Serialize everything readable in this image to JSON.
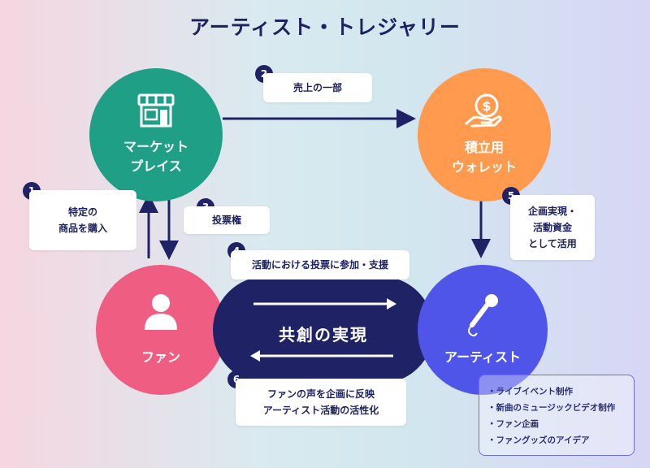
{
  "title": "アーティスト・トレジャリー",
  "nodes": {
    "market": {
      "line1": "マーケット",
      "line2": "プレイス"
    },
    "wallet": {
      "line1": "積立用",
      "line2": "ウォレット"
    },
    "fan": {
      "label": "ファン"
    },
    "artist": {
      "label": "アーティスト"
    }
  },
  "center": {
    "label": "共創の実現"
  },
  "steps": [
    {
      "num": "1",
      "line1": "特定の",
      "line2": "商品を購入"
    },
    {
      "num": "2",
      "line1": "売上の一部"
    },
    {
      "num": "3",
      "line1": "投票権"
    },
    {
      "num": "4",
      "line1": "活動における投票に参加・支援"
    },
    {
      "num": "5",
      "line1": "企画実現・",
      "line2": "活動資金",
      "line3": "として活用"
    },
    {
      "num": "6",
      "line1": "ファンの声を企画に反映",
      "line2": "アーティスト活動の活性化"
    }
  ],
  "examples": [
    "・ライブイベント制作",
    "・新曲のミュージックビデオ制作",
    "・ファン企画",
    "・ファングッズのアイデア"
  ],
  "colors": {
    "navy": "#1f2366",
    "market": "#1f9f86",
    "wallet": "#ff9a4f",
    "fan": "#ef5d83",
    "artist": "#4f55e8"
  },
  "icons": {
    "market": "storefront-icon",
    "wallet": "coin-in-hand-icon",
    "fan": "person-icon",
    "artist": "microphone-icon"
  }
}
